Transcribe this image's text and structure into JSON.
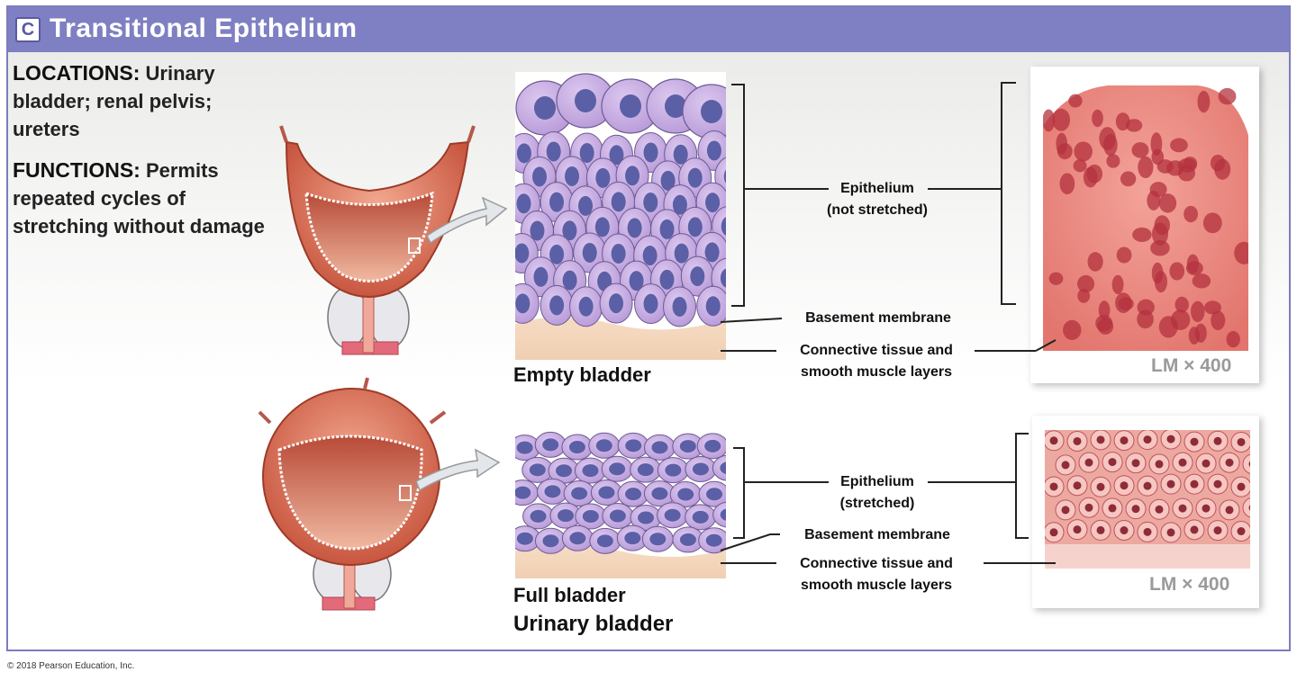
{
  "header": {
    "badge": "C",
    "title": "Transitional Epithelium"
  },
  "locations": {
    "label": "LOCATIONS:",
    "text": "Urinary bladder; renal pelvis; ureters"
  },
  "functions": {
    "label": "FUNCTIONS:",
    "text": "Permits repeated cycles of stretching without damage"
  },
  "empty": {
    "caption": "Empty bladder",
    "epithelium_line1": "Epithelium",
    "epithelium_line2": "(not stretched)",
    "basement": "Basement membrane",
    "connective_line1": "Connective tissue and",
    "connective_line2": "smooth muscle layers",
    "magnification": "LM × 400"
  },
  "full": {
    "caption": "Full bladder",
    "epithelium_line1": "Epithelium",
    "epithelium_line2": "(stretched)",
    "basement": "Basement membrane",
    "connective_line1": "Connective tissue and",
    "connective_line2": "smooth muscle layers",
    "magnification": "LM × 400"
  },
  "organ_caption": "Urinary bladder",
  "copyright": "© 2018 Pearson Education, Inc.",
  "colors": {
    "header": "#7f7fc3",
    "cell": "#c7aee0",
    "nucleus": "#5b5fa6",
    "connective": "#f3d7bc",
    "micrograph": "#e8857e",
    "bladder": "#e0846a"
  }
}
